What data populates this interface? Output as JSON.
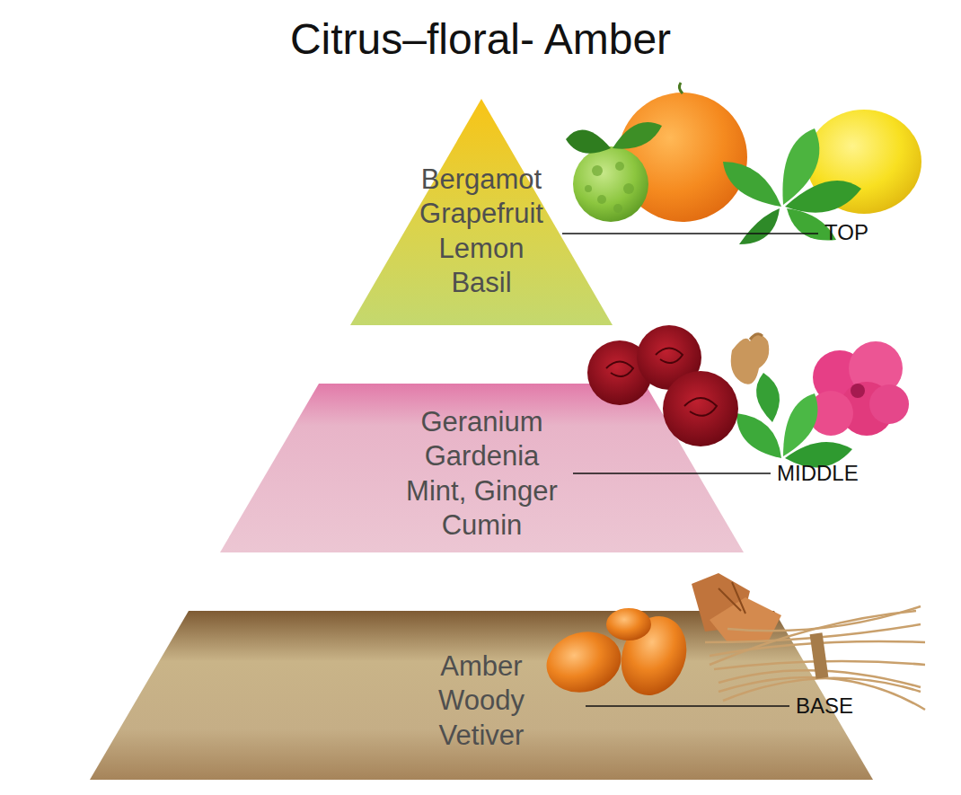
{
  "diagram": {
    "title": "Citrus–floral- Amber",
    "nodes": [
      {
        "text": [
          "Bergamot",
          "Grapefruit",
          "Lemon",
          "Basil"
        ]
      },
      {
        "text": [
          "Geranium",
          "Gardenia",
          "Mint, Ginger",
          "Cumin"
        ]
      },
      {
        "text": [
          "Amber",
          "Woody",
          "Vetiver"
        ]
      }
    ],
    "labels": [
      "TOP",
      "MIDDLE",
      "BASE"
    ]
  }
}
